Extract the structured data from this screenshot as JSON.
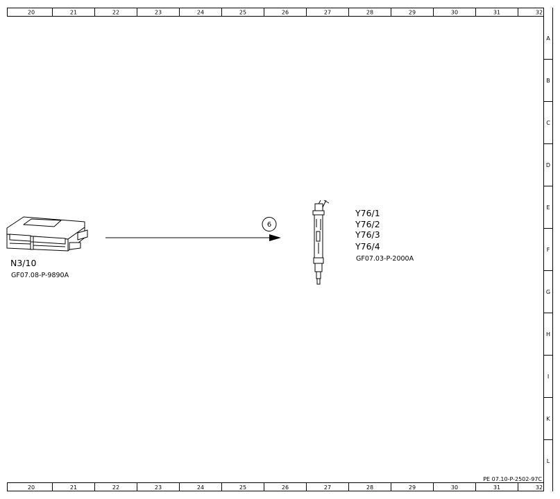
{
  "grid": {
    "columns": [
      "20",
      "21",
      "22",
      "23",
      "24",
      "25",
      "26",
      "27",
      "28",
      "29",
      "30",
      "31",
      "32"
    ],
    "rows": [
      "A",
      "B",
      "C",
      "D",
      "E",
      "F",
      "G",
      "H",
      "I",
      "K",
      "L"
    ]
  },
  "components": {
    "source": {
      "code": "N3/10",
      "ref": "GF07.08-P-9890A"
    },
    "targets": {
      "codes": [
        "Y76/1",
        "Y76/2",
        "Y76/3",
        "Y76/4"
      ],
      "ref": "GF07.03-P-2000A"
    }
  },
  "signal": {
    "number": "6"
  },
  "drawing_number": "PE 07.10-P-2502-97C"
}
